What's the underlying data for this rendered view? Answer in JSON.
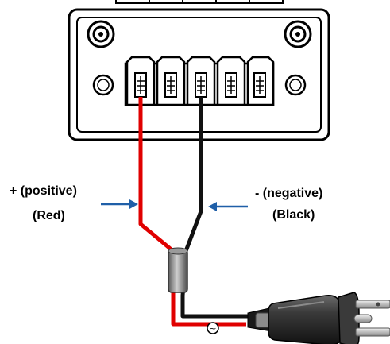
{
  "labels": {
    "positive_line1": "+ (positive)",
    "positive_line2": "(Red)",
    "negative_line1": "- (negative)",
    "negative_line2": "(Black)"
  },
  "ac_symbol": "~",
  "colors": {
    "positive_wire": "#e00000",
    "negative_wire": "#111111",
    "arrow": "#1f5fa8",
    "connector_outline": "#000000",
    "plug_body": "#2b2b2b",
    "ferrule": "#8a8a8a"
  },
  "icons": {
    "power_plug": "ac-power-plug-icon",
    "screw": "screw-icon",
    "ac": "ac-sine-icon"
  }
}
